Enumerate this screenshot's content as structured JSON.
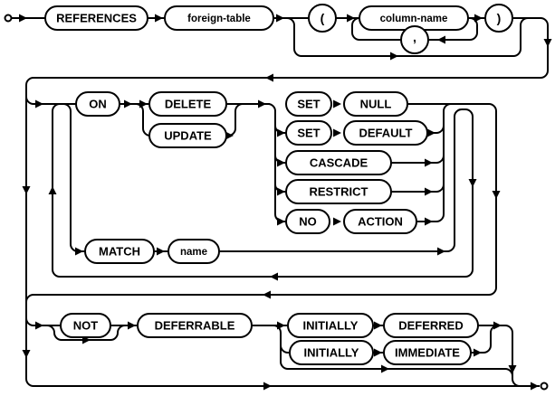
{
  "diagram": {
    "kind": "railroad-syntax-diagram",
    "nodes": {
      "references": {
        "label": "REFERENCES",
        "kind": "keyword"
      },
      "foreign_table": {
        "label": "foreign-table",
        "kind": "nonterminal"
      },
      "lparen": {
        "label": "(",
        "kind": "punctuation"
      },
      "column_name": {
        "label": "column-name",
        "kind": "nonterminal"
      },
      "comma": {
        "label": ",",
        "kind": "punctuation"
      },
      "rparen": {
        "label": ")",
        "kind": "punctuation"
      },
      "on": {
        "label": "ON",
        "kind": "keyword"
      },
      "delete": {
        "label": "DELETE",
        "kind": "keyword"
      },
      "update": {
        "label": "UPDATE",
        "kind": "keyword"
      },
      "set1": {
        "label": "SET",
        "kind": "keyword"
      },
      "null": {
        "label": "NULL",
        "kind": "keyword"
      },
      "set2": {
        "label": "SET",
        "kind": "keyword"
      },
      "default": {
        "label": "DEFAULT",
        "kind": "keyword"
      },
      "cascade": {
        "label": "CASCADE",
        "kind": "keyword"
      },
      "restrict": {
        "label": "RESTRICT",
        "kind": "keyword"
      },
      "no": {
        "label": "NO",
        "kind": "keyword"
      },
      "action": {
        "label": "ACTION",
        "kind": "keyword"
      },
      "match": {
        "label": "MATCH",
        "kind": "keyword"
      },
      "name": {
        "label": "name",
        "kind": "nonterminal"
      },
      "not": {
        "label": "NOT",
        "kind": "keyword"
      },
      "deferrable": {
        "label": "DEFERRABLE",
        "kind": "keyword"
      },
      "initially1": {
        "label": "INITIALLY",
        "kind": "keyword"
      },
      "deferred": {
        "label": "DEFERRED",
        "kind": "keyword"
      },
      "initially2": {
        "label": "INITIALLY",
        "kind": "keyword"
      },
      "immediate": {
        "label": "IMMEDIATE",
        "kind": "keyword"
      }
    },
    "colors": {
      "line": "#000000",
      "box_fill": "#ffffff",
      "text": "#000000",
      "background": "#ffffff"
    }
  }
}
